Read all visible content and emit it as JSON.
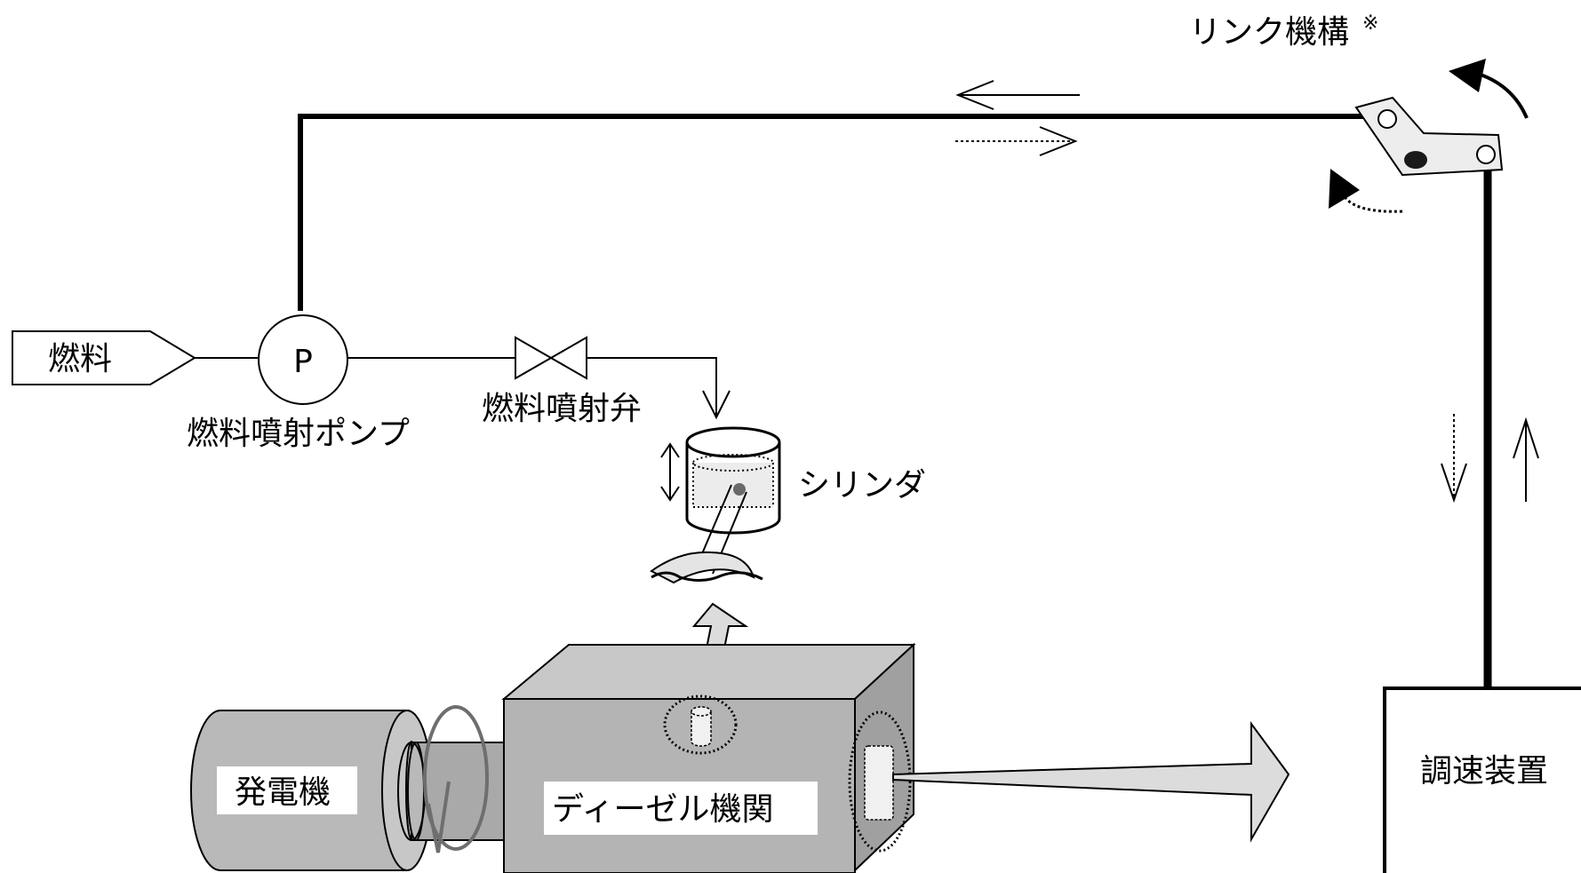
{
  "labels": {
    "link_mechanism": "リンク機構",
    "link_mark": "※",
    "fuel": "燃料",
    "pump_letter": "P",
    "fuel_injection_pump": "燃料噴射ポンプ",
    "fuel_injection_valve": "燃料噴射弁",
    "cylinder": "シリンダ",
    "generator": "発電機",
    "diesel_engine": "ディーゼル機関",
    "governor": "調速装置"
  },
  "colors": {
    "line": "#000000",
    "engine_front": "#b4b4b4",
    "engine_top": "#c8c8c8",
    "engine_side": "#a0a0a0",
    "generator_body": "#b9b9b9",
    "shaft": "#a9a9a9",
    "belt": "#6e6e6e",
    "arrow_fill": "#dcdcdc",
    "cylinder_band": "#ececec",
    "link_plate": "#ededed"
  }
}
